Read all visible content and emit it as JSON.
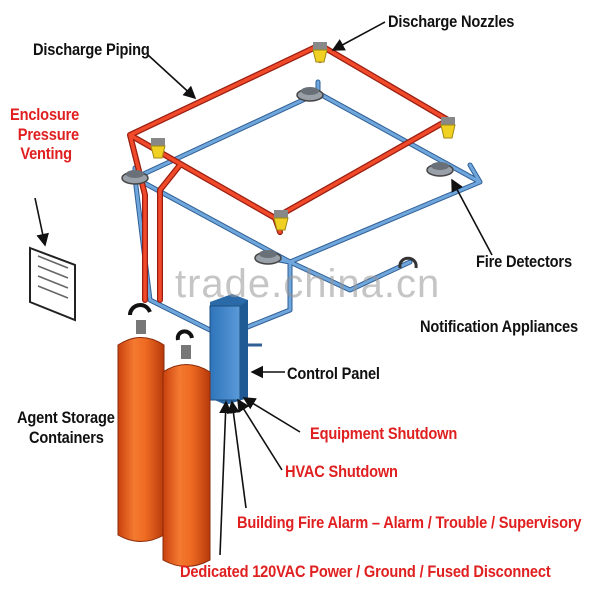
{
  "labels": {
    "discharge_nozzles": "Discharge Nozzles",
    "discharge_piping": "Discharge Piping",
    "enclosure_pressure_venting": [
      "Enclosure",
      "Pressure",
      "Venting"
    ],
    "fire_detectors": "Fire Detectors",
    "notification_appliances": "Notification Appliances",
    "control_panel": "Control Panel",
    "agent_storage_containers": [
      "Agent Storage",
      "Containers"
    ],
    "equipment_shutdown": "Equipment Shutdown",
    "hvac_shutdown": "HVAC Shutdown",
    "building_fire_alarm": "Building Fire Alarm – Alarm / Trouble / Supervisory",
    "dedicated_power": "Dedicated 120VAC Power / Ground / Fused Disconnect"
  },
  "watermark": "trade.china.cn",
  "colors": {
    "pipe": "#e8341c",
    "detector_wire": "#4a86c8",
    "cylinder": "#e8641e",
    "panel": "#3f86cc",
    "nozzle": "#f0d020",
    "label_red": "#e02020",
    "label_black": "#111111"
  }
}
